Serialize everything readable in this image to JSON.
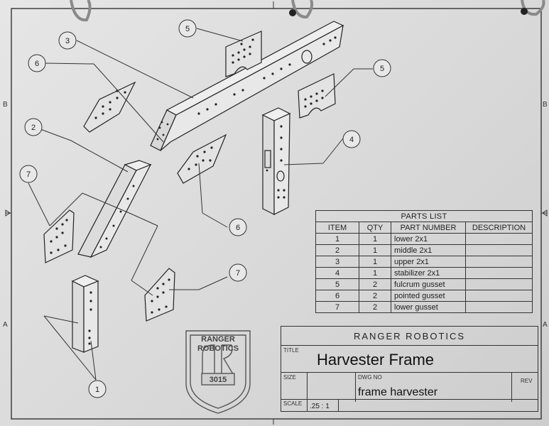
{
  "border_letters": {
    "top_left": "B",
    "bottom_left": "A",
    "top_right": "B",
    "bottom_right": "A"
  },
  "balloons": [
    {
      "num": "1"
    },
    {
      "num": "2"
    },
    {
      "num": "3"
    },
    {
      "num": "4"
    },
    {
      "num": "5"
    },
    {
      "num": "5"
    },
    {
      "num": "6"
    },
    {
      "num": "6"
    },
    {
      "num": "7"
    },
    {
      "num": "7"
    }
  ],
  "parts_list": {
    "title": "PARTS LIST",
    "headers": [
      "ITEM",
      "QTY",
      "PART NUMBER",
      "DESCRIPTION"
    ],
    "rows": [
      {
        "item": "1",
        "qty": "1",
        "part": "lower 2x1",
        "desc": ""
      },
      {
        "item": "2",
        "qty": "1",
        "part": "middle 2x1",
        "desc": ""
      },
      {
        "item": "3",
        "qty": "1",
        "part": "upper 2x1",
        "desc": ""
      },
      {
        "item": "4",
        "qty": "1",
        "part": "stabilizer 2x1",
        "desc": ""
      },
      {
        "item": "5",
        "qty": "2",
        "part": "fulcrum gusset",
        "desc": ""
      },
      {
        "item": "6",
        "qty": "2",
        "part": "pointed gusset",
        "desc": ""
      },
      {
        "item": "7",
        "qty": "2",
        "part": "lower gusset",
        "desc": ""
      }
    ]
  },
  "logo": {
    "line1": "RANGER",
    "line2": "ROBOTICS",
    "number": "3015"
  },
  "title_block": {
    "company": "RANGER ROBOTICS",
    "title_label": "TITLE",
    "title": "Harvester Frame",
    "size_label": "SIZE",
    "dwg_label": "DWG NO",
    "dwg_no": "frame harvester",
    "rev_label": "REV",
    "scale_label": "SCALE",
    "scale": ".25 : 1"
  }
}
